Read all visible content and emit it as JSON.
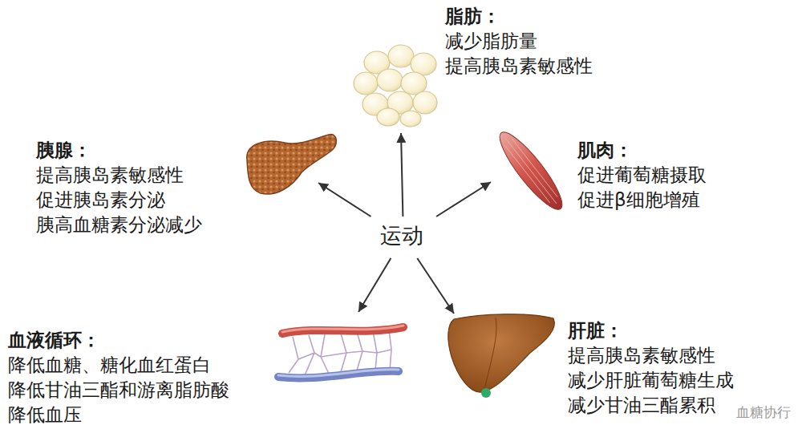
{
  "diagram": {
    "nodes": [
      {
        "text": [
          "脂肪：",
          "减少脂肪量",
          "提高胰岛素敏感性"
        ]
      },
      {
        "text": [
          "胰腺：",
          "提高胰岛素敏感性",
          "促进胰岛素分泌",
          "胰高血糖素分泌减少"
        ]
      },
      {
        "text": [
          "肌肉：",
          "促进葡萄糖摄取",
          "促进β细胞增殖"
        ]
      },
      {
        "text": [
          "运动"
        ]
      },
      {
        "text": [
          "血液循环：",
          "降低血糖、糖化血红蛋白",
          "降低甘油三酯和游离脂肪酸",
          "降低血压"
        ]
      },
      {
        "text": [
          "肝脏：",
          "提高胰岛素敏感性",
          "减少肝脏葡萄糖生成",
          "减少甘油三酯累积"
        ]
      }
    ],
    "edges": [
      {
        "from": 3,
        "to": 0,
        "arrow": "to"
      },
      {
        "from": 3,
        "to": 1,
        "arrow": "to"
      },
      {
        "from": 3,
        "to": 2,
        "arrow": "to"
      },
      {
        "from": 3,
        "to": 4,
        "arrow": "to"
      },
      {
        "from": 3,
        "to": 5,
        "arrow": "to"
      }
    ],
    "labels": [
      "血糖协行"
    ]
  }
}
